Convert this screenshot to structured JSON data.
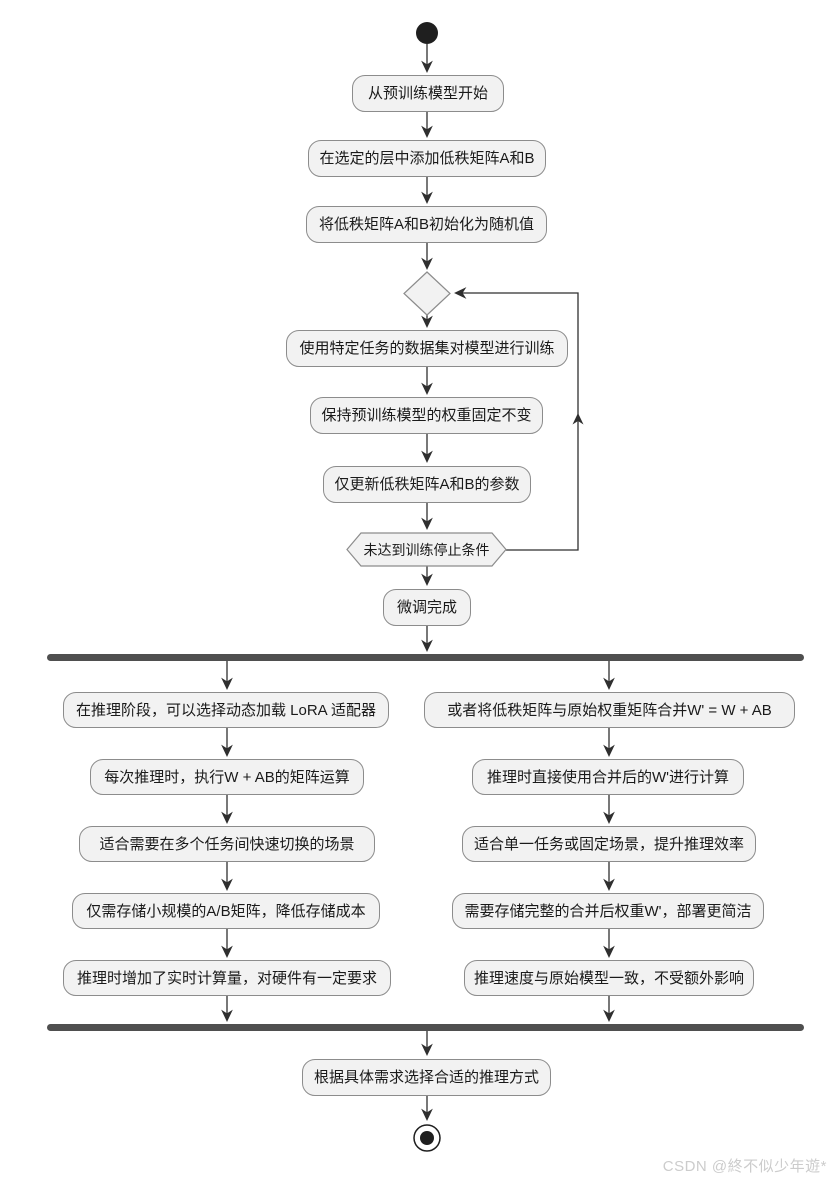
{
  "colors": {
    "node_fill": "#f2f2f2",
    "node_border": "#8c8c8c",
    "line": "#2f2f2f",
    "bar": "#4f4f4f",
    "text": "#1a1a1a",
    "watermark": "#cccccc"
  },
  "flow": {
    "preparation": [
      "从预训练模型开始",
      "在选定的层中添加低秩矩阵A和B",
      "将低秩矩阵A和B初始化为随机值"
    ],
    "training_loop": {
      "steps": [
        "使用特定任务的数据集对模型进行训练",
        "保持预训练模型的权重固定不变",
        "仅更新低秩矩阵A和B的参数"
      ],
      "repeat_condition": "未达到训练停止条件"
    },
    "loop_exit": "微调完成",
    "parallel": {
      "left": [
        "在推理阶段，可以选择动态加载 LoRA 适配器",
        "每次推理时，执行W + AB的矩阵运算",
        "适合需要在多个任务间快速切换的场景",
        "仅需存储小规模的A/B矩阵，降低存储成本",
        "推理时增加了实时计算量，对硬件有一定要求"
      ],
      "right": [
        "或者将低秩矩阵与原始权重矩阵合并W' = W + AB",
        "推理时直接使用合并后的W'进行计算",
        "适合单一任务或固定场景，提升推理效率",
        "需要存储完整的合并后权重W'，部署更简洁",
        "推理速度与原始模型一致，不受额外影响"
      ]
    },
    "final": "根据具体需求选择合适的推理方式"
  },
  "watermark": "CSDN @終不似少年遊*"
}
